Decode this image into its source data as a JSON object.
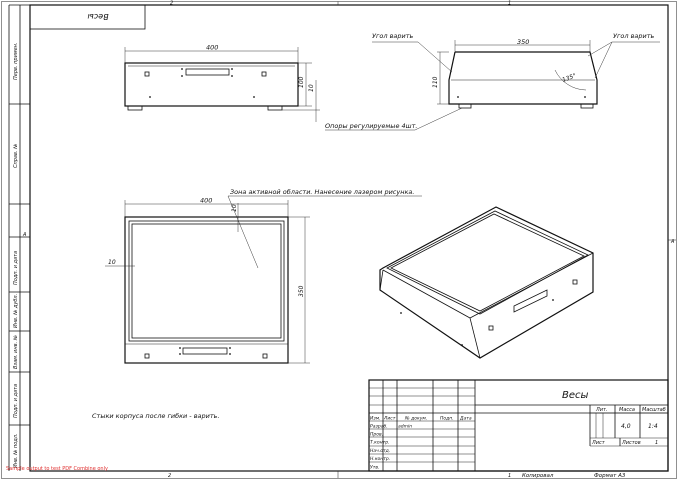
{
  "top_stamp": "Весы",
  "sheet_markers": {
    "top_left": "2",
    "top_right": "1",
    "bottom_left": "2",
    "bottom_right": "1",
    "left_edge": "A",
    "right_edge": "A"
  },
  "margin_labels": [
    "Перв. примен.",
    "Справ. №",
    "Подп. и дата",
    "Инв. № дубл.",
    "Взам. инв. №",
    "Подп. и дата",
    "Инв. № подл."
  ],
  "front_view": {
    "width_dim": "400",
    "height_dim": "100",
    "foot_dim": "10"
  },
  "side_view": {
    "width_dim": "350",
    "height_dim": "110",
    "angle_dim": "135°",
    "weld_label_left": "Угол варить",
    "weld_label_right": "Угол варить",
    "feet_label": "Опоры регулируемые 4шт."
  },
  "top_view": {
    "width_dim": "400",
    "depth_dim": "350",
    "offset_top": "10",
    "offset_left": "10",
    "zone_label": "Зона активной области. Нанесение лазером рисунка."
  },
  "note": "Стыки корпуса после гибки - варить.",
  "title_block": {
    "name": "Весы",
    "col_headers": [
      "Изм.",
      "Лист",
      "№ докум.",
      "Подп.",
      "Дата"
    ],
    "rows": [
      {
        "role": "Разраб.",
        "name": "admin",
        "date": ""
      },
      {
        "role": "Пров.",
        "name": "",
        "date": ""
      },
      {
        "role": "Т.контр.",
        "name": "",
        "date": ""
      },
      {
        "role": "Нач.отд.",
        "name": "",
        "date": ""
      },
      {
        "role": "Н.контр.",
        "name": "",
        "date": ""
      },
      {
        "role": "Утв.",
        "name": "",
        "date": ""
      }
    ],
    "lit_header": "Лит.",
    "mass_header": "Масса",
    "scale_header": "Масштаб",
    "mass": "4,0",
    "scale": "1:4",
    "sheet_label": "Лист",
    "sheets_label": "Листов",
    "sheets_value": "1"
  },
  "footer": {
    "copied": "Копировал",
    "format": "Формат А3"
  },
  "watermark": "Sample output to test PDF Combine only"
}
